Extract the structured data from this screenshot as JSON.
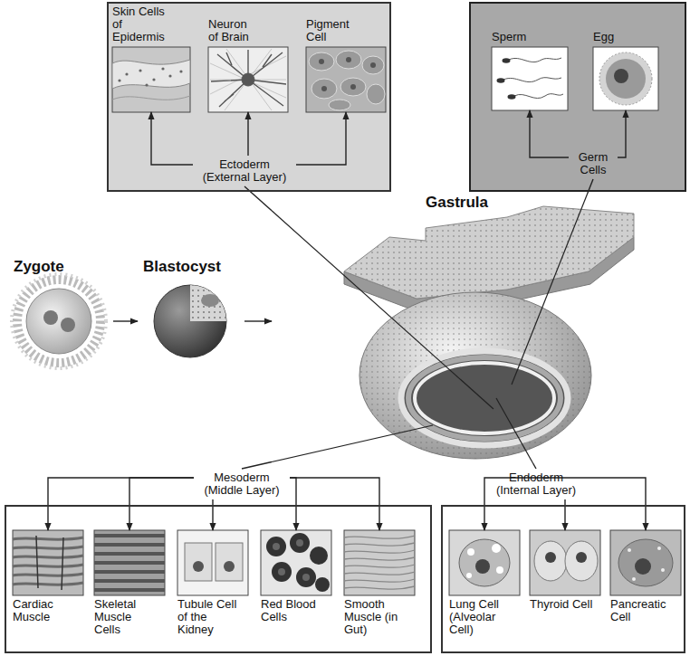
{
  "diagram": {
    "nodes": [
      {
        "text": []
      },
      {
        "text": [
          "Skin Cells of Epidermis"
        ],
        "in": 0
      },
      {
        "text": [
          "Neuron of Brain"
        ],
        "in": 0
      },
      {
        "text": [
          "Pigment Cell"
        ],
        "in": 0
      },
      {
        "text": [
          "Ectoderm (External Layer)"
        ],
        "in": 0
      },
      {
        "text": []
      },
      {
        "text": [
          "Sperm"
        ],
        "in": 5
      },
      {
        "text": [
          "Egg"
        ],
        "in": 5
      },
      {
        "text": [
          "Germ Cells"
        ],
        "in": 5
      },
      {
        "text": [
          "Zygote"
        ]
      },
      {
        "text": [
          "Blastocyst"
        ]
      },
      {
        "text": [
          "Gastrula"
        ]
      },
      {
        "text": [
          "Mesoderm (Middle Layer)"
        ]
      },
      {
        "text": [
          "Endoderm (Internal Layer)"
        ]
      },
      {
        "text": []
      },
      {
        "text": [
          "Cardiac Muscle"
        ],
        "in": 14
      },
      {
        "text": [
          "Skeletal Muscle Cells"
        ],
        "in": 14
      },
      {
        "text": [
          "Tubule Cell of the Kidney"
        ],
        "in": 14
      },
      {
        "text": [
          "Red Blood Cells"
        ],
        "in": 14
      },
      {
        "text": [
          "Smooth Muscle (in Gut)"
        ],
        "in": 14
      },
      {
        "text": []
      },
      {
        "text": [
          "Lung Cell (Alveolar Cell)"
        ],
        "in": 20
      },
      {
        "text": [
          "Thyroid Cell"
        ],
        "in": 20
      },
      {
        "text": [
          "Pancreatic Cell"
        ],
        "in": 20
      }
    ],
    "edges": [
      {
        "from": 4,
        "to": 1,
        "arrow": "to"
      },
      {
        "from": 4,
        "to": 2,
        "arrow": "to"
      },
      {
        "from": 4,
        "to": 3,
        "arrow": "to"
      },
      {
        "from": 8,
        "to": 6,
        "arrow": "to"
      },
      {
        "from": 8,
        "to": 7,
        "arrow": "to"
      },
      {
        "from": 9,
        "to": 10,
        "arrow": "to"
      },
      {
        "from": 10,
        "to": 11,
        "arrow": "to"
      },
      {
        "from": 11,
        "to": 4,
        "arrow": "none"
      },
      {
        "from": 11,
        "to": 8,
        "arrow": "none"
      },
      {
        "from": 11,
        "to": 12,
        "arrow": "none"
      },
      {
        "from": 11,
        "to": 13,
        "arrow": "none"
      },
      {
        "from": 12,
        "to": 15,
        "arrow": "to"
      },
      {
        "from": 12,
        "to": 16,
        "arrow": "to"
      },
      {
        "from": 12,
        "to": 17,
        "arrow": "to"
      },
      {
        "from": 12,
        "to": 18,
        "arrow": "to"
      },
      {
        "from": 12,
        "to": 19,
        "arrow": "to"
      },
      {
        "from": 13,
        "to": 21,
        "arrow": "to"
      },
      {
        "from": 13,
        "to": 22,
        "arrow": "to"
      },
      {
        "from": 13,
        "to": 23,
        "arrow": "to"
      }
    ]
  }
}
